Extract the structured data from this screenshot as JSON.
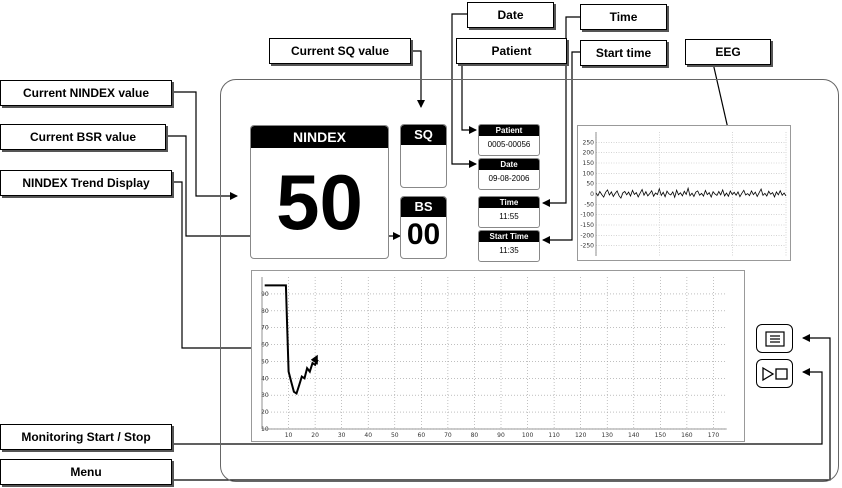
{
  "callouts": {
    "date": "Date",
    "time": "Time",
    "current_sq": "Current SQ value",
    "patient": "Patient",
    "start_time": "Start time",
    "eeg": "EEG",
    "current_nindex": "Current NINDEX value",
    "current_bsr": "Current BSR value",
    "nindex_trend": "NINDEX Trend Display",
    "monitoring": "Monitoring Start / Stop",
    "menu": "Menu"
  },
  "monitor": {
    "nindex_label": "NINDEX",
    "nindex_value": "50",
    "sq_label": "SQ",
    "sq_value": "",
    "bs_label": "BS",
    "bs_value": "00",
    "patient_label": "Patient",
    "patient_value": "0005-00056",
    "date_label": "Date",
    "date_value": "09-08-2006",
    "time_label": "Time",
    "time_value": "11:55",
    "start_time_label": "Start Time",
    "start_time_value": "11:35"
  },
  "eeg_chart": {
    "type": "line",
    "ylim": [
      -300,
      300
    ],
    "yticks": [
      "250",
      "200",
      "150",
      "100",
      "50",
      "0",
      "-50",
      "-100",
      "-150",
      "-200",
      "-250"
    ],
    "y": [
      5,
      -8,
      12,
      -3,
      -15,
      8,
      20,
      -5,
      10,
      -12,
      3,
      15,
      -8,
      -20,
      6,
      12,
      -4,
      9,
      -10,
      18,
      -2,
      7,
      -14,
      4,
      22,
      -6,
      11,
      -9,
      2,
      16,
      -11,
      5,
      -3,
      25,
      -7,
      8,
      -13,
      14,
      1,
      -5,
      10,
      -16,
      19,
      -4,
      6,
      -9,
      13,
      -2,
      28,
      -8,
      4,
      -12,
      9,
      15,
      -6,
      3,
      -10,
      17,
      -3,
      7,
      -15,
      11,
      0,
      -7,
      12,
      -4,
      20,
      -9,
      5,
      -11,
      14,
      -2,
      8,
      -6,
      10,
      -13,
      4,
      18,
      -5,
      2,
      -8,
      15,
      -3,
      9,
      -12,
      6,
      24,
      -7,
      3,
      -10,
      13,
      -1,
      7,
      -14,
      10,
      -4,
      16,
      -6,
      5,
      -9
    ]
  },
  "trend_chart": {
    "type": "line",
    "xlim": [
      0,
      180
    ],
    "ylim": [
      10,
      100
    ],
    "xticks": [
      "10",
      "20",
      "30",
      "40",
      "50",
      "60",
      "70",
      "80",
      "90",
      "100",
      "110",
      "120",
      "130",
      "140",
      "150",
      "160",
      "170"
    ],
    "yticks": [
      "90",
      "80",
      "70",
      "60",
      "50",
      "40",
      "30",
      "20",
      "10"
    ],
    "x": [
      1,
      9,
      9.5,
      10,
      10.5,
      11,
      12,
      13,
      14,
      15,
      16,
      17,
      18,
      19,
      20,
      21
    ],
    "y": [
      95,
      95,
      70,
      44,
      41,
      38,
      32,
      31,
      36,
      41,
      40,
      46,
      44,
      49,
      48,
      51
    ]
  },
  "buttons": {
    "menu_icon": "menu-lines-icon",
    "start_stop_icon": "play-stop-icon"
  }
}
